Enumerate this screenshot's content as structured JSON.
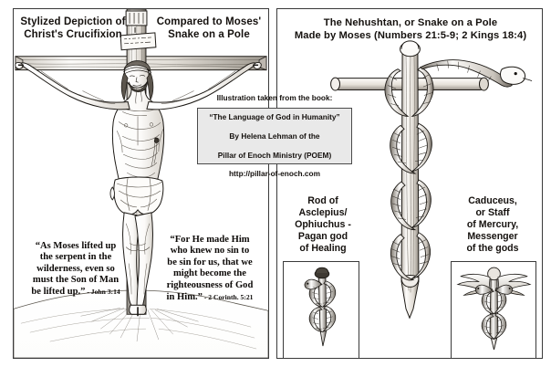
{
  "document": {
    "kind": "scanned-illustration-plate",
    "background": "#ffffff",
    "ink": "#15110e"
  },
  "left_panel": {
    "heading_left": "Stylized Depiction of\nChrist's Crucifixion",
    "heading_right": "Compared to Moses'\nSnake on a Pole",
    "illustration_name": "crucifixion-drawing",
    "titulus_text": "INRI",
    "quote_moses": {
      "text": "“As Moses lifted up\nthe serpent in the\nwilderness, even so\nmust the Son of Man\nbe lifted up.”",
      "reference": " - John 3:14"
    },
    "quote_paul": {
      "text": "“For He made Him\nwho knew no sin to\nbe sin for us, that we\nmight become the\nrighteousness of God\nin Him.”",
      "reference": " - 2 Corinth. 5:21"
    }
  },
  "attribution": {
    "line1": "Illustration taken from the book:",
    "line2": "“The Language of God in Humanity”",
    "line3": "By Helena Lehman of the",
    "line4": "Pillar of Enoch Ministry (POEM)",
    "line5": "http://pillar-of-enoch.com",
    "background": "#e9e9e9",
    "border": "#4a4a4a"
  },
  "right_panel": {
    "heading": "The Nehushtan, or Snake on a Pole\nMade by Moses (Numbers 21:5-9; 2 Kings 18:4)",
    "illustration_name": "nehushtan-pole-drawing",
    "label_asclepius": "Rod of\nAsclepius/\nOphiuchus -\nPagan god\nof Healing",
    "label_caduceus": "Caduceus,\nor Staff\nof Mercury,\nMessenger\nof the gods",
    "box_asclepius_art": "rod-of-asclepius-drawing",
    "box_caduceus_art": "caduceus-drawing"
  }
}
